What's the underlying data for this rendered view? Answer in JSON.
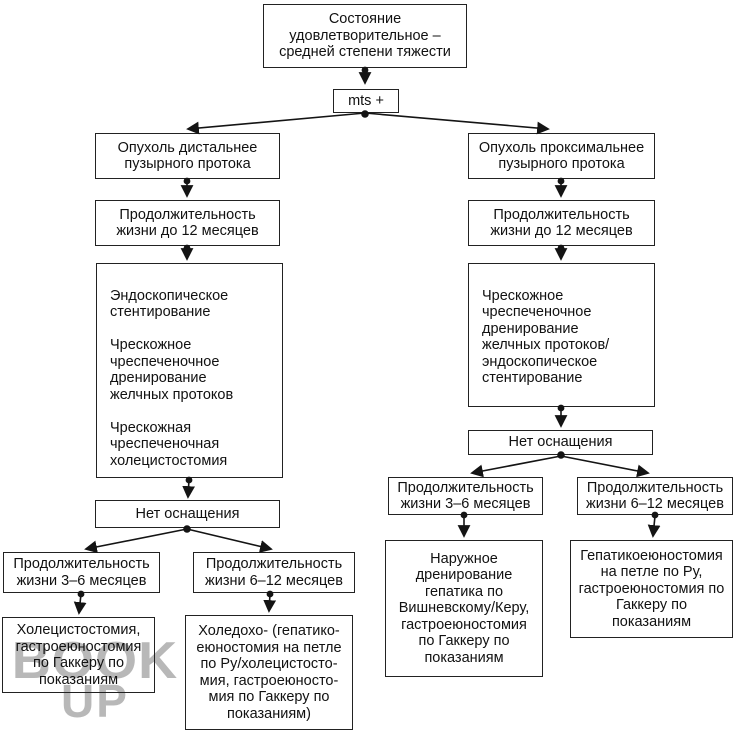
{
  "nodes": {
    "status": {
      "text": "Состояние\nудовлетворительное –\nсредней степени тяжести"
    },
    "mts": {
      "text": "mts +"
    },
    "tumor_distal": {
      "text": "Опухоль дистальнее\nпузырного протока"
    },
    "life12_left": {
      "text": "Продолжительность\nжизни до 12 месяцев"
    },
    "options_left": {
      "text": "Эндоскопическое\nстентирование\n\nЧрескожное\nчреспеченочное\nдренирование\nжелчных протоков\n\nЧрескожная\nчреспеченочная\nхолецистостомия"
    },
    "no_equipment_left": {
      "text": "Нет оснащения"
    },
    "life36_left": {
      "text": "Продолжительность\nжизни 3–6 месяцев"
    },
    "life612_left": {
      "text": "Продолжительность\nжизни 6–12 месяцев"
    },
    "outcome_left_36": {
      "text": "Холецистостомия,\nгастроеюностомия\nпо Гаккеру по\nпоказаниям"
    },
    "outcome_left_612": {
      "text": "Холедохо- (гепатико-\nеюностомия на петле\nпо Ру/холецистосто-\nмия, гастроеюносто-\nмия по Гаккеру по\nпоказаниям)"
    },
    "tumor_proximal": {
      "text": "Опухоль проксимальнее\nпузырного протока"
    },
    "life12_right": {
      "text": "Продолжительность\nжизни до 12 месяцев"
    },
    "options_right": {
      "text": "Чрескожное\nчреспеченочное\nдренирование\nжелчных протоков/\nэндоскопическое\nстентирование"
    },
    "no_equipment_right": {
      "text": "Нет оснащения"
    },
    "life36_right": {
      "text": "Продолжительность\nжизни 3–6 месяцев"
    },
    "life612_right": {
      "text": "Продолжительность\nжизни 6–12 месяцев"
    },
    "outcome_right_36": {
      "text": "Наружное\nдренирование\nгепатика по\nВишневскому/Керу,\nгастроеюностомия\nпо Гаккеру по\nпоказаниям"
    },
    "outcome_right_612": {
      "text": "Гепатикоеюностомия\nна петле по Ру,\nгастроеюностомия по\nГаккеру по\nпоказаниям"
    }
  },
  "watermark": {
    "line1": "BOOK",
    "line2": "UP"
  },
  "colors": {
    "background": "#ffffff",
    "border": "#222222",
    "text": "#111111",
    "watermark_gray": "#7d7d7d"
  }
}
